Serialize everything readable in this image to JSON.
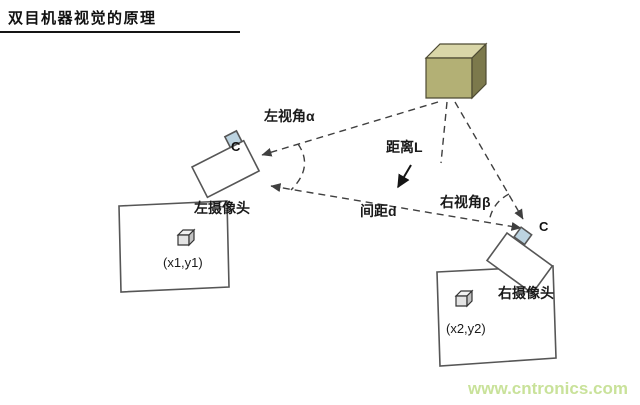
{
  "title": "双目机器视觉的原理",
  "labels": {
    "left_view_angle": "左视角α",
    "distance": "距离L",
    "right_view_angle": "右视角β",
    "baseline": "间距d",
    "left_camera": "左摄像头",
    "right_camera": "右摄像头",
    "left_lens": "C",
    "right_lens": "C",
    "left_image_point": "(x1,y1)",
    "right_image_point": "(x2,y2)"
  },
  "watermark": "www.cntronics.com",
  "colors": {
    "cube_top": "#d9d6a8",
    "cube_front": "#b3b075",
    "cube_side": "#7c794c",
    "lens": "#bcd3e0",
    "line": "#3f3f3f",
    "watermark": "#c9e29a"
  }
}
